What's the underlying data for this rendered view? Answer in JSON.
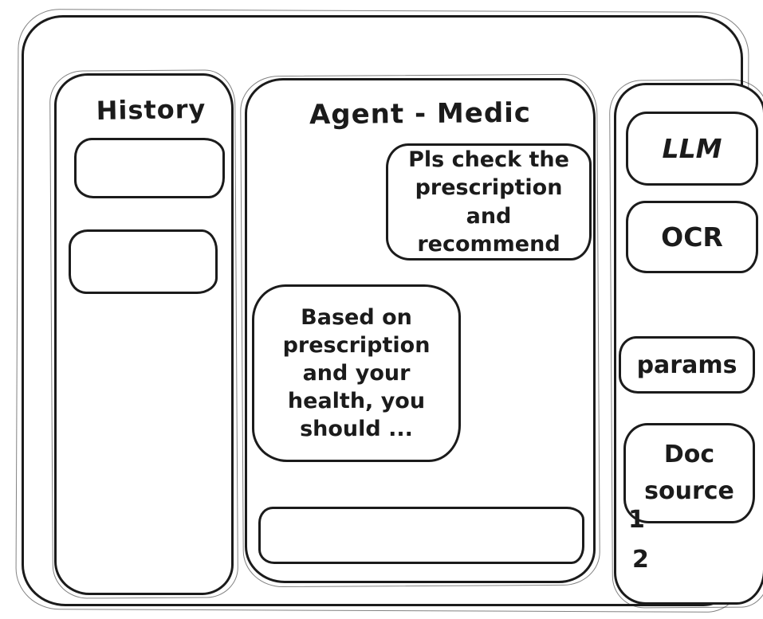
{
  "colors": {
    "stroke": "#1b1b1b",
    "background": "#ffffff"
  },
  "history": {
    "title": "History",
    "items": [
      "",
      ""
    ]
  },
  "chat": {
    "title": "Agent - Medic",
    "messages": [
      {
        "role": "user",
        "text": "Pls check the prescription and recommend"
      },
      {
        "role": "agent",
        "text": "Based on prescription and your health, you should ..."
      }
    ],
    "input": {
      "value": "",
      "placeholder": ""
    }
  },
  "tools": {
    "buttons": [
      {
        "label": "LLM"
      },
      {
        "label": "OCR"
      },
      {
        "label": "params"
      },
      {
        "label": "Doc source"
      }
    ],
    "doc_sources": [
      "1",
      "2"
    ]
  }
}
